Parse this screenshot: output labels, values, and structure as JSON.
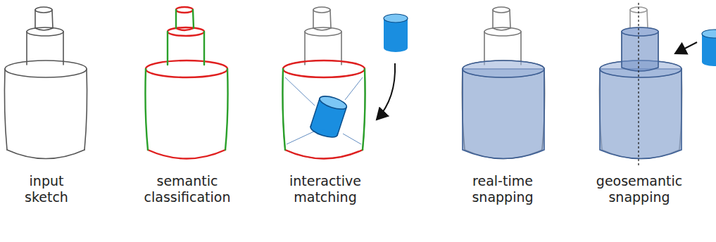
{
  "diagram": {
    "labels": [
      "input sketch",
      "semantic classification",
      "interactive matching",
      "real-time snapping",
      "geosemantic snapping"
    ]
  }
}
